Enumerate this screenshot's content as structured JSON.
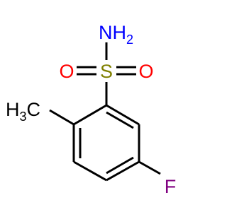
{
  "molecule": {
    "atoms": {
      "amine_nitrogen": {
        "element": "N",
        "hydrogen": "H",
        "h_count": "2",
        "color": "#0000ff"
      },
      "sulfur": {
        "element": "S",
        "color": "#808000"
      },
      "oxygen_left": {
        "element": "O",
        "color": "#ff0000"
      },
      "oxygen_right": {
        "element": "O",
        "color": "#ff0000"
      },
      "methyl": {
        "hydrogen": "H",
        "h_count": "3",
        "carbon": "C",
        "color": "#000000"
      },
      "fluorine": {
        "element": "F",
        "color": "#800080"
      }
    },
    "bond_color": "#000000"
  }
}
